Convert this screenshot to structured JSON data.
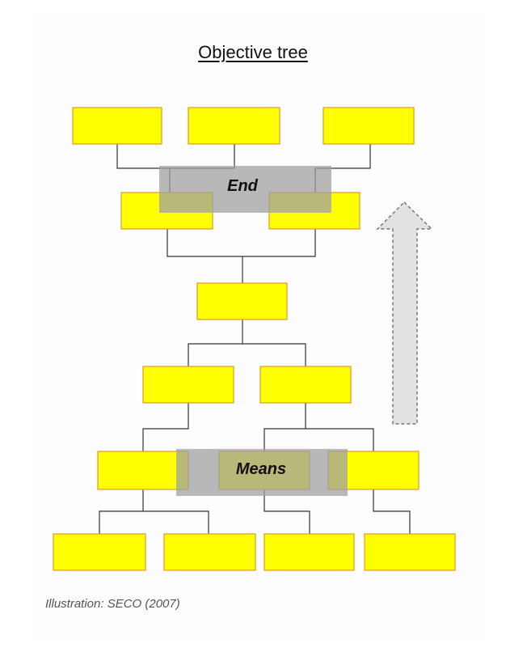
{
  "title": "Objective tree",
  "bands": {
    "end_label": "End",
    "means_label": "Means"
  },
  "caption": "Illustration: SECO (2007)",
  "colors": {
    "box_fill": "#ffff00",
    "box_border": "#d99a2b",
    "connector": "#333333",
    "band": "#a0a0a0",
    "arrow_fill": "#e2e2e2"
  }
}
